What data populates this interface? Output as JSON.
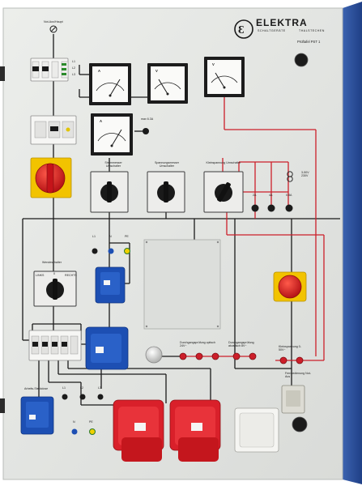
{
  "brand": {
    "name": "ELEKTRA",
    "tagline": "SCHALTGERÄTE",
    "location": "THALSTECHEN",
    "model": "Prüftafel PST 1"
  },
  "labels": {
    "not_aus": "Not-Aus/Haupt",
    "phases": [
      "L1",
      "L2",
      "L3"
    ],
    "max_current": "max 6.3A",
    "strommesser": "Strommesser Umschalter",
    "spannungsmesser": "Spannungsmesser Umschalter",
    "kleinspannung_umschalter": "Kleinspannung Umschalter",
    "voltage_range": "3-50V 230V",
    "amps": [
      "2A",
      "4A",
      "0.8A"
    ],
    "terminal_labels": [
      "L1",
      "N",
      "PE"
    ],
    "wendeschalter": "Wendeschalter",
    "wende_positions": [
      "LINKS",
      "0",
      "RECHTS"
    ],
    "durchgang_1": "Durchgangsprüfung optisch 24V~",
    "durchgang_2": "Durchgangsprüfung akustisch 8V~",
    "kleinspannung_out": "Kleinspannung 0-50V~",
    "fernbedienung": "Fernbedienung Not-Aus",
    "arbeits": "Arbeits-Steckdose",
    "bottom_terminals": [
      "L1",
      "L2",
      "L3"
    ],
    "bottom_np": [
      "N",
      "PE"
    ]
  },
  "meters": [
    {
      "unit": "A",
      "kind": "ammeter"
    },
    {
      "unit": "V",
      "kind": "voltmeter"
    },
    {
      "unit": "V",
      "kind": "voltmeter"
    },
    {
      "unit": "A",
      "kind": "ammeter"
    }
  ],
  "colors": {
    "panel": "#e4e6e3",
    "frame": "#2e55a3",
    "wire_black": "#1a1a1a",
    "wire_red": "#cc1f2a",
    "socket_blue": "#1d4fb3",
    "socket_red": "#d9202a",
    "switch_yellow": "#f2c300",
    "switch_red": "#d61c1c"
  }
}
